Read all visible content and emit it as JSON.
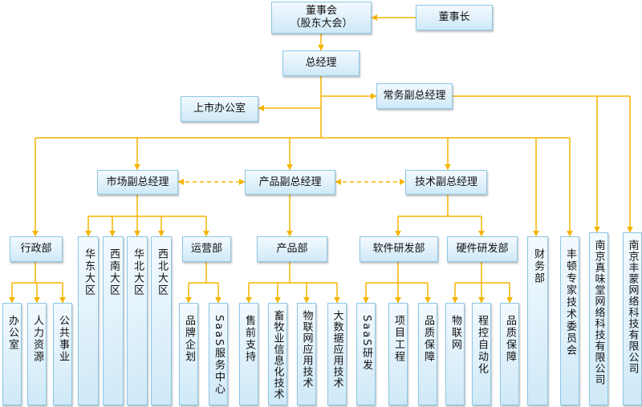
{
  "nodes": {
    "board": "董事会\n（股东大会）",
    "chairman": "董事长",
    "gm": "总经理",
    "exec_vp": "常务副总经理",
    "listing_office": "上市办公室",
    "market_vp": "市场副总经理",
    "product_vp": "产品副总经理",
    "tech_vp": "技术副总经理",
    "admin_dept": "行政部",
    "ops_dept": "运营部",
    "product_dept": "产品部",
    "software_dept": "软件研发部",
    "hardware_dept": "硬件研发部",
    "finance_dept": "财务部",
    "expert_committee": "丰顿专家技术委员会",
    "nanjing_zhenweitang": "南京真味堂网络科技有限公司",
    "nanjing_fengmeng": "南京丰蒙网络科技有限公司",
    "office": "办公室",
    "hr": "人力资源",
    "public_affairs": "公共事业",
    "east_china": "华东大区",
    "southwest": "西南大区",
    "north_china": "华北大区",
    "northwest": "西北大区",
    "brand_planning": "品牌企划",
    "saas_service": "SaaS服务中心",
    "presales": "售前支持",
    "livestock_it": "畜牧业信息化技术",
    "iot_tech": "物联网应用技术",
    "bigdata_tech": "大数据应用技术",
    "saas_rd": "SaaS研发",
    "project_eng": "项目工程",
    "sw_qa": "品质保障",
    "iot": "物联网",
    "automation": "程控自动化",
    "hw_qa": "品质保障"
  },
  "colors": {
    "line": "#f5b400",
    "box_border": "#8cc7e8",
    "box_top": "#f3fafe",
    "box_bottom": "#cfe9f8"
  }
}
